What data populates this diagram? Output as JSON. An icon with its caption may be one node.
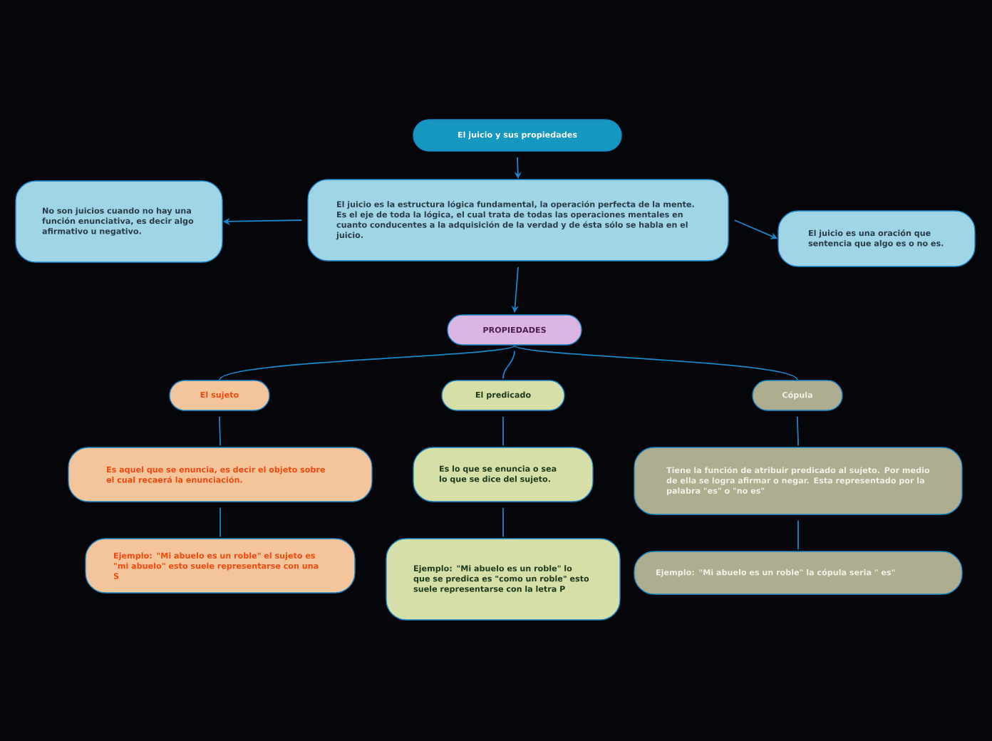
{
  "diagram": {
    "nodes": [
      {
        "text": [
          "El juicio y sus propiedades"
        ]
      },
      {
        "text": [
          "El juicio es la estructura lógica fundamental, la operación perfecta de la mente. Es el eje de toda la lógica, el cual trata de todas las operaciones mentales en cuanto conducentes a la adquisición de la verdad y de ésta sólo se habla en el juicio."
        ]
      },
      {
        "text": [
          "No son juicios cuando no hay una función enunciativa, es decir algo afirmativo u negativo."
        ]
      },
      {
        "text": [
          "El juicio es una oración que sentencia que algo es o no es."
        ]
      },
      {
        "text": [
          "PROPIEDADES"
        ]
      },
      {
        "text": [
          "El sujeto"
        ]
      },
      {
        "text": [
          "Es aquel que se enuncia, es decir el objeto sobre el cual recaerá la enunciación."
        ]
      },
      {
        "text": [
          "Ejemplo: \"Mi abuelo es un roble\" el sujeto es \"mi abuelo\" esto suele representarse con una S"
        ]
      },
      {
        "text": [
          "El predicado"
        ]
      },
      {
        "text": [
          "Es lo que se enuncia o sea lo que se dice del sujeto."
        ]
      },
      {
        "text": [
          "Ejemplo: \"Mi abuelo es un roble\" lo que se predica es \"como un roble\" esto suele representarse con la letra P"
        ]
      },
      {
        "text": [
          "Cópula"
        ]
      },
      {
        "text": [
          "Tiene la función de atribuir predicado al sujeto. Por medio de ella se logra afirmar o negar. Esta representado por la palabra \"es\" o \"no es\""
        ]
      },
      {
        "text": [
          "Ejemplo: \"Mi abuelo es un roble\" la cópula seria \" es\""
        ]
      }
    ],
    "edges": [
      {
        "from": 0,
        "to": 1,
        "arrow": "to"
      },
      {
        "from": 1,
        "to": 2,
        "arrow": "to"
      },
      {
        "from": 1,
        "to": 3,
        "arrow": "to"
      },
      {
        "from": 1,
        "to": 4,
        "arrow": "to"
      },
      {
        "from": 4,
        "to": 5,
        "arrow": "none"
      },
      {
        "from": 4,
        "to": 8,
        "arrow": "none"
      },
      {
        "from": 4,
        "to": 11,
        "arrow": "none"
      },
      {
        "from": 5,
        "to": 6,
        "arrow": "none"
      },
      {
        "from": 6,
        "to": 7,
        "arrow": "none"
      },
      {
        "from": 8,
        "to": 9,
        "arrow": "none"
      },
      {
        "from": 9,
        "to": 10,
        "arrow": "none"
      },
      {
        "from": 11,
        "to": 12,
        "arrow": "none"
      },
      {
        "from": 12,
        "to": 13,
        "arrow": "none"
      }
    ]
  }
}
